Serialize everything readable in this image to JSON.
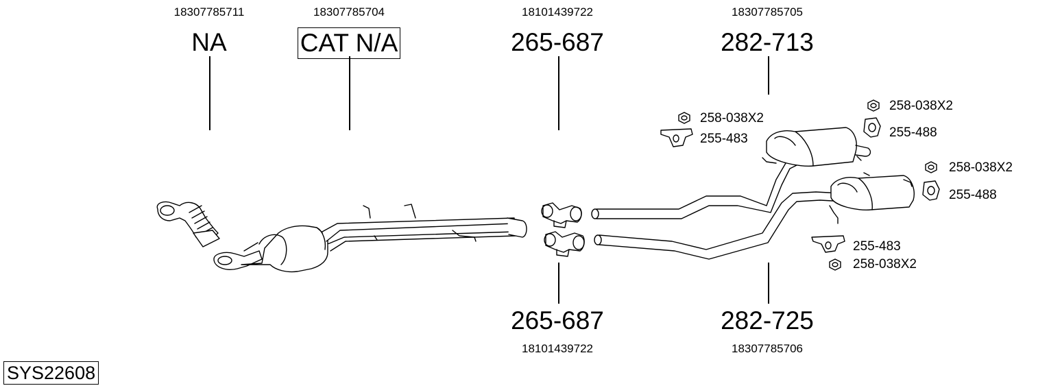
{
  "diagram": {
    "system_code": "SYS22608",
    "top_parts": [
      {
        "oe": "18307785711",
        "part": "NA"
      },
      {
        "oe": "18307785704",
        "part": "CAT N/A"
      },
      {
        "oe": "18101439722",
        "part": "265-687"
      },
      {
        "oe": "18307785705",
        "part": "282-713"
      }
    ],
    "bottom_parts": [
      {
        "oe": "18101439722",
        "part": "265-687"
      },
      {
        "oe": "18307785706",
        "part": "282-725"
      }
    ],
    "hardware": {
      "upper_left": {
        "nut": "258-038X2",
        "mount": "255-483"
      },
      "upper_right": {
        "nut": "258-038X2",
        "mount": "255-488"
      },
      "right": {
        "nut": "258-038X2",
        "mount": "255-488"
      },
      "lower": {
        "mount": "255-483",
        "nut": "258-038X2"
      }
    }
  }
}
